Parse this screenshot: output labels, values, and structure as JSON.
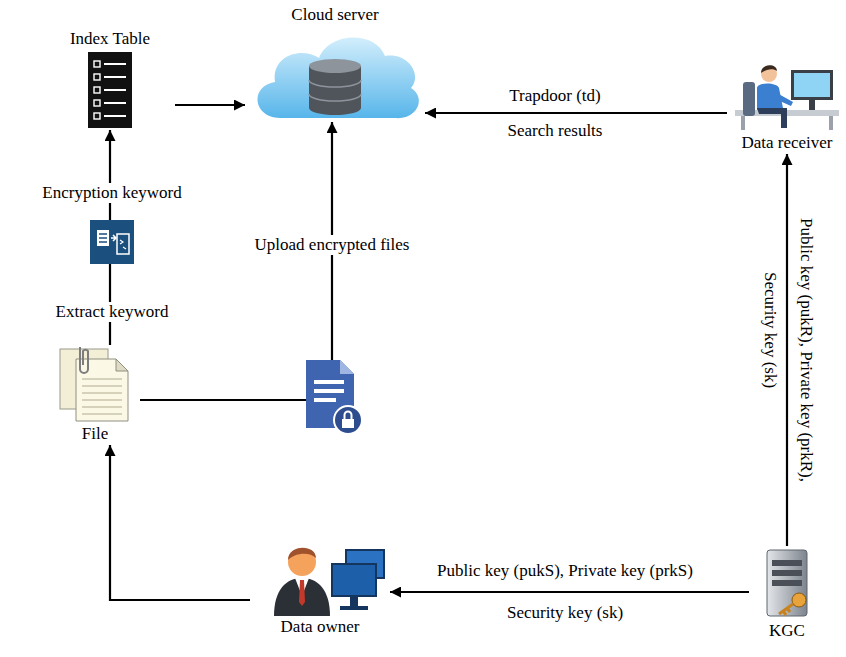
{
  "diagram": {
    "nodes": [
      {
        "text": [
          "Index Table"
        ]
      },
      {
        "text": [
          "Cloud server"
        ]
      },
      {
        "text": [
          "Data receiver"
        ]
      },
      {
        "text": [
          "KGC"
        ]
      },
      {
        "text": [
          "Data owner"
        ]
      },
      {
        "text": [
          "File"
        ]
      }
    ],
    "edges": [
      {
        "from": 0,
        "to": 1,
        "arrow": "to"
      },
      {
        "from": 2,
        "to": 1,
        "label": "Trapdoor (td)",
        "arrow": "to"
      },
      {
        "from": 3,
        "to": 2,
        "label": "Public key (pukR), Private key (prkR),",
        "arrow": "to"
      },
      {
        "from": 3,
        "to": 4,
        "label": "Public key (pukS), Private key (prkS)",
        "arrow": "to"
      },
      {
        "from": 4,
        "to": 5,
        "arrow": "to"
      },
      {
        "from": 5,
        "to": 1,
        "label": "Upload encrypted files",
        "arrow": "to"
      },
      {
        "from": 5,
        "to": 0,
        "arrow": "to"
      }
    ],
    "labels": [
      "Search results",
      "Security key (sk)",
      "Security key (sk)",
      "Encryption keyword",
      "Extract keyword"
    ]
  }
}
